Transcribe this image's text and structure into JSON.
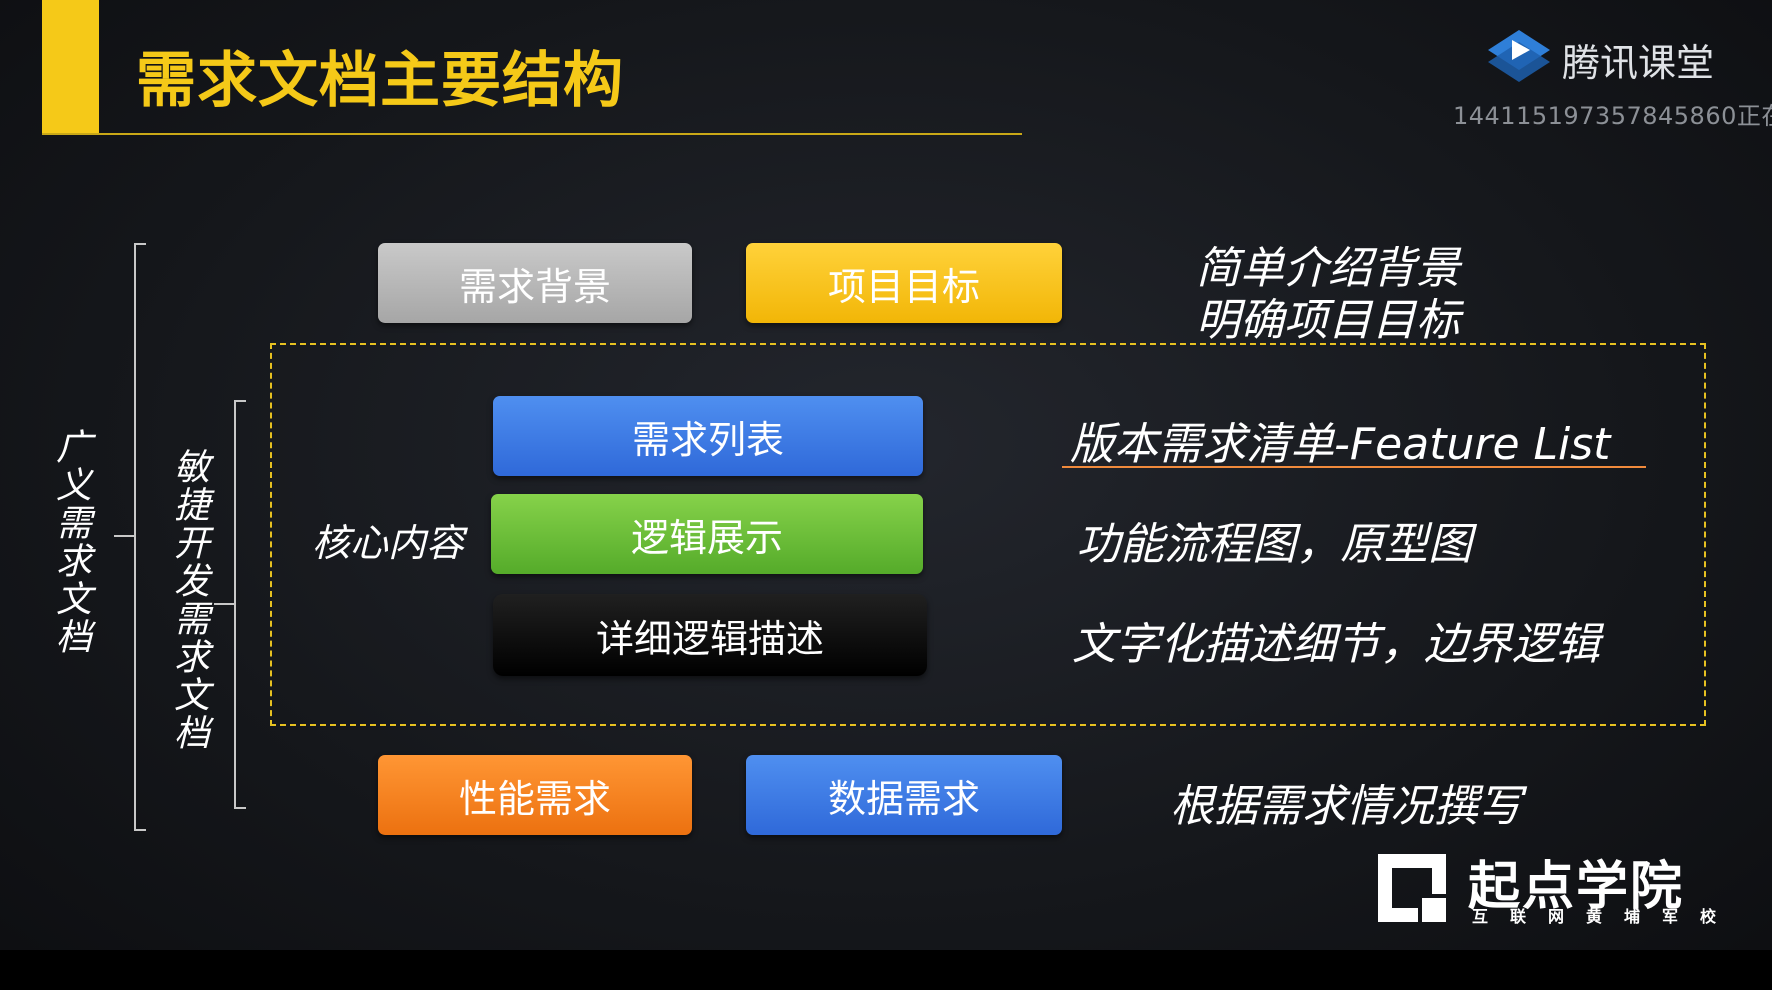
{
  "slide": {
    "title": "需求文档主要结构"
  },
  "brand": {
    "name": "腾讯课堂",
    "watermark_id": "14411519735784586​0正在"
  },
  "labels": {
    "broad_doc": "广义需求文档",
    "agile_doc": "敏捷开发需求文档",
    "core": "核心内容"
  },
  "blocks": {
    "background": "需求背景",
    "goal": "项目目标",
    "list": "需求列表",
    "logic": "逻辑展示",
    "detail": "详细逻辑描述",
    "performance": "性能需求",
    "data": "数据需求"
  },
  "descriptions": {
    "background_1": "简单介绍背景",
    "background_2": "明确项目目标",
    "list": "版本需求清单-Feature List",
    "logic": "功能流程图，原型图",
    "detail": "文字化描述细节，边界逻辑",
    "extra": "根据需求情况撰写"
  },
  "school": {
    "name": "起点学院",
    "tagline": "互联网黄埔军校"
  },
  "colors": {
    "accent": "#f5c918",
    "gray_block": "#b8b8b8",
    "yellow_block": "#f7c11c",
    "blue_block": "#3a7ae3",
    "green_block": "#6dbf38",
    "black_block": "#000000",
    "orange_block": "#f48022",
    "dashed_border": "#e6c121",
    "underline": "#f08a3c"
  }
}
